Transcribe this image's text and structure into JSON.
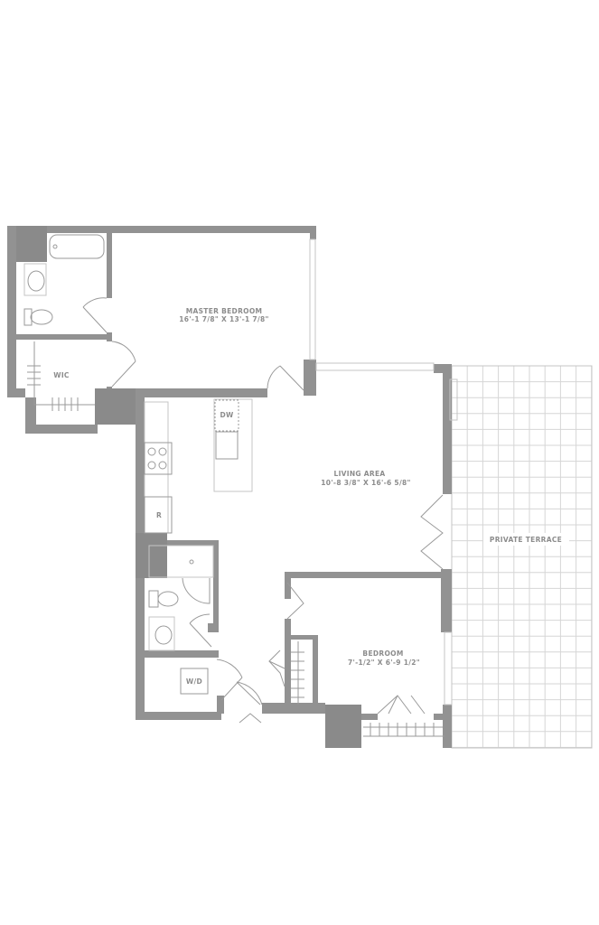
{
  "rooms": {
    "master_bedroom": {
      "name": "MASTER BEDROOM",
      "dims": "16'-1 7/8\" X 13'-1 7/8\""
    },
    "living_area": {
      "name": "LIVING AREA",
      "dims": "10'-8 3/8\" X 16'-6 5/8\""
    },
    "bedroom": {
      "name": "BEDROOM",
      "dims": "7'-1/2\" X 6'-9 1/2\""
    },
    "terrace": {
      "name": "PRIVATE TERRACE"
    },
    "wic": {
      "name": "WIC"
    }
  },
  "fixtures": {
    "dishwasher": "DW",
    "refrigerator": "R",
    "washer_dryer": "W/D"
  },
  "colors": {
    "wall": "#929292",
    "text": "#8c8c8c",
    "grid": "#d6d6d6"
  }
}
